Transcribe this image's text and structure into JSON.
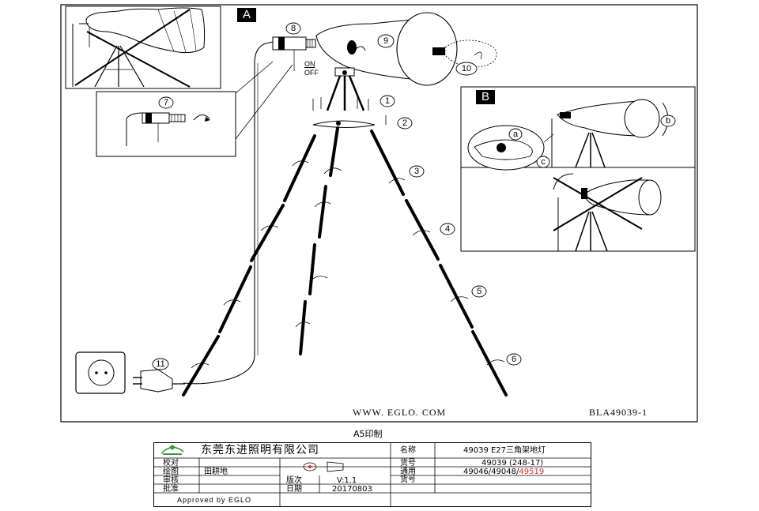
{
  "diagram": {
    "panel_a_label": "A",
    "panel_b_label": "B",
    "switch_on": "ON",
    "switch_off": "OFF",
    "step_numbers": [
      "1",
      "2",
      "3",
      "4",
      "5",
      "6",
      "7",
      "8",
      "9",
      "10",
      "11"
    ],
    "detail_numbers": [
      "a",
      "b",
      "c"
    ],
    "website": "WWW. EGLO. COM",
    "doc_code": "BLA49039-1",
    "print_size": "A5印制"
  },
  "title_block": {
    "company": "东莞东进照明有限公司",
    "labels": {
      "proofread": "校对",
      "drawn": "绘图",
      "review": "审核",
      "approve": "批准",
      "version": "版次",
      "date": "日期",
      "name": "名称",
      "item_no": "货号",
      "general_item_no": "通用货号"
    },
    "drawn_by": "田耕地",
    "version_value": "V:1.1",
    "date_value": "20170803",
    "name_value": "49039 E27三角架地灯",
    "item_no_value": "49039 (248-17)",
    "general_item_no_black": "49046/49048/",
    "general_item_no_red": "49519",
    "approved_by": "Approved by EGLO"
  },
  "colors": {
    "ink": "#000000",
    "red_text": "#d0342c",
    "logo_green": "#3a9a3a"
  }
}
